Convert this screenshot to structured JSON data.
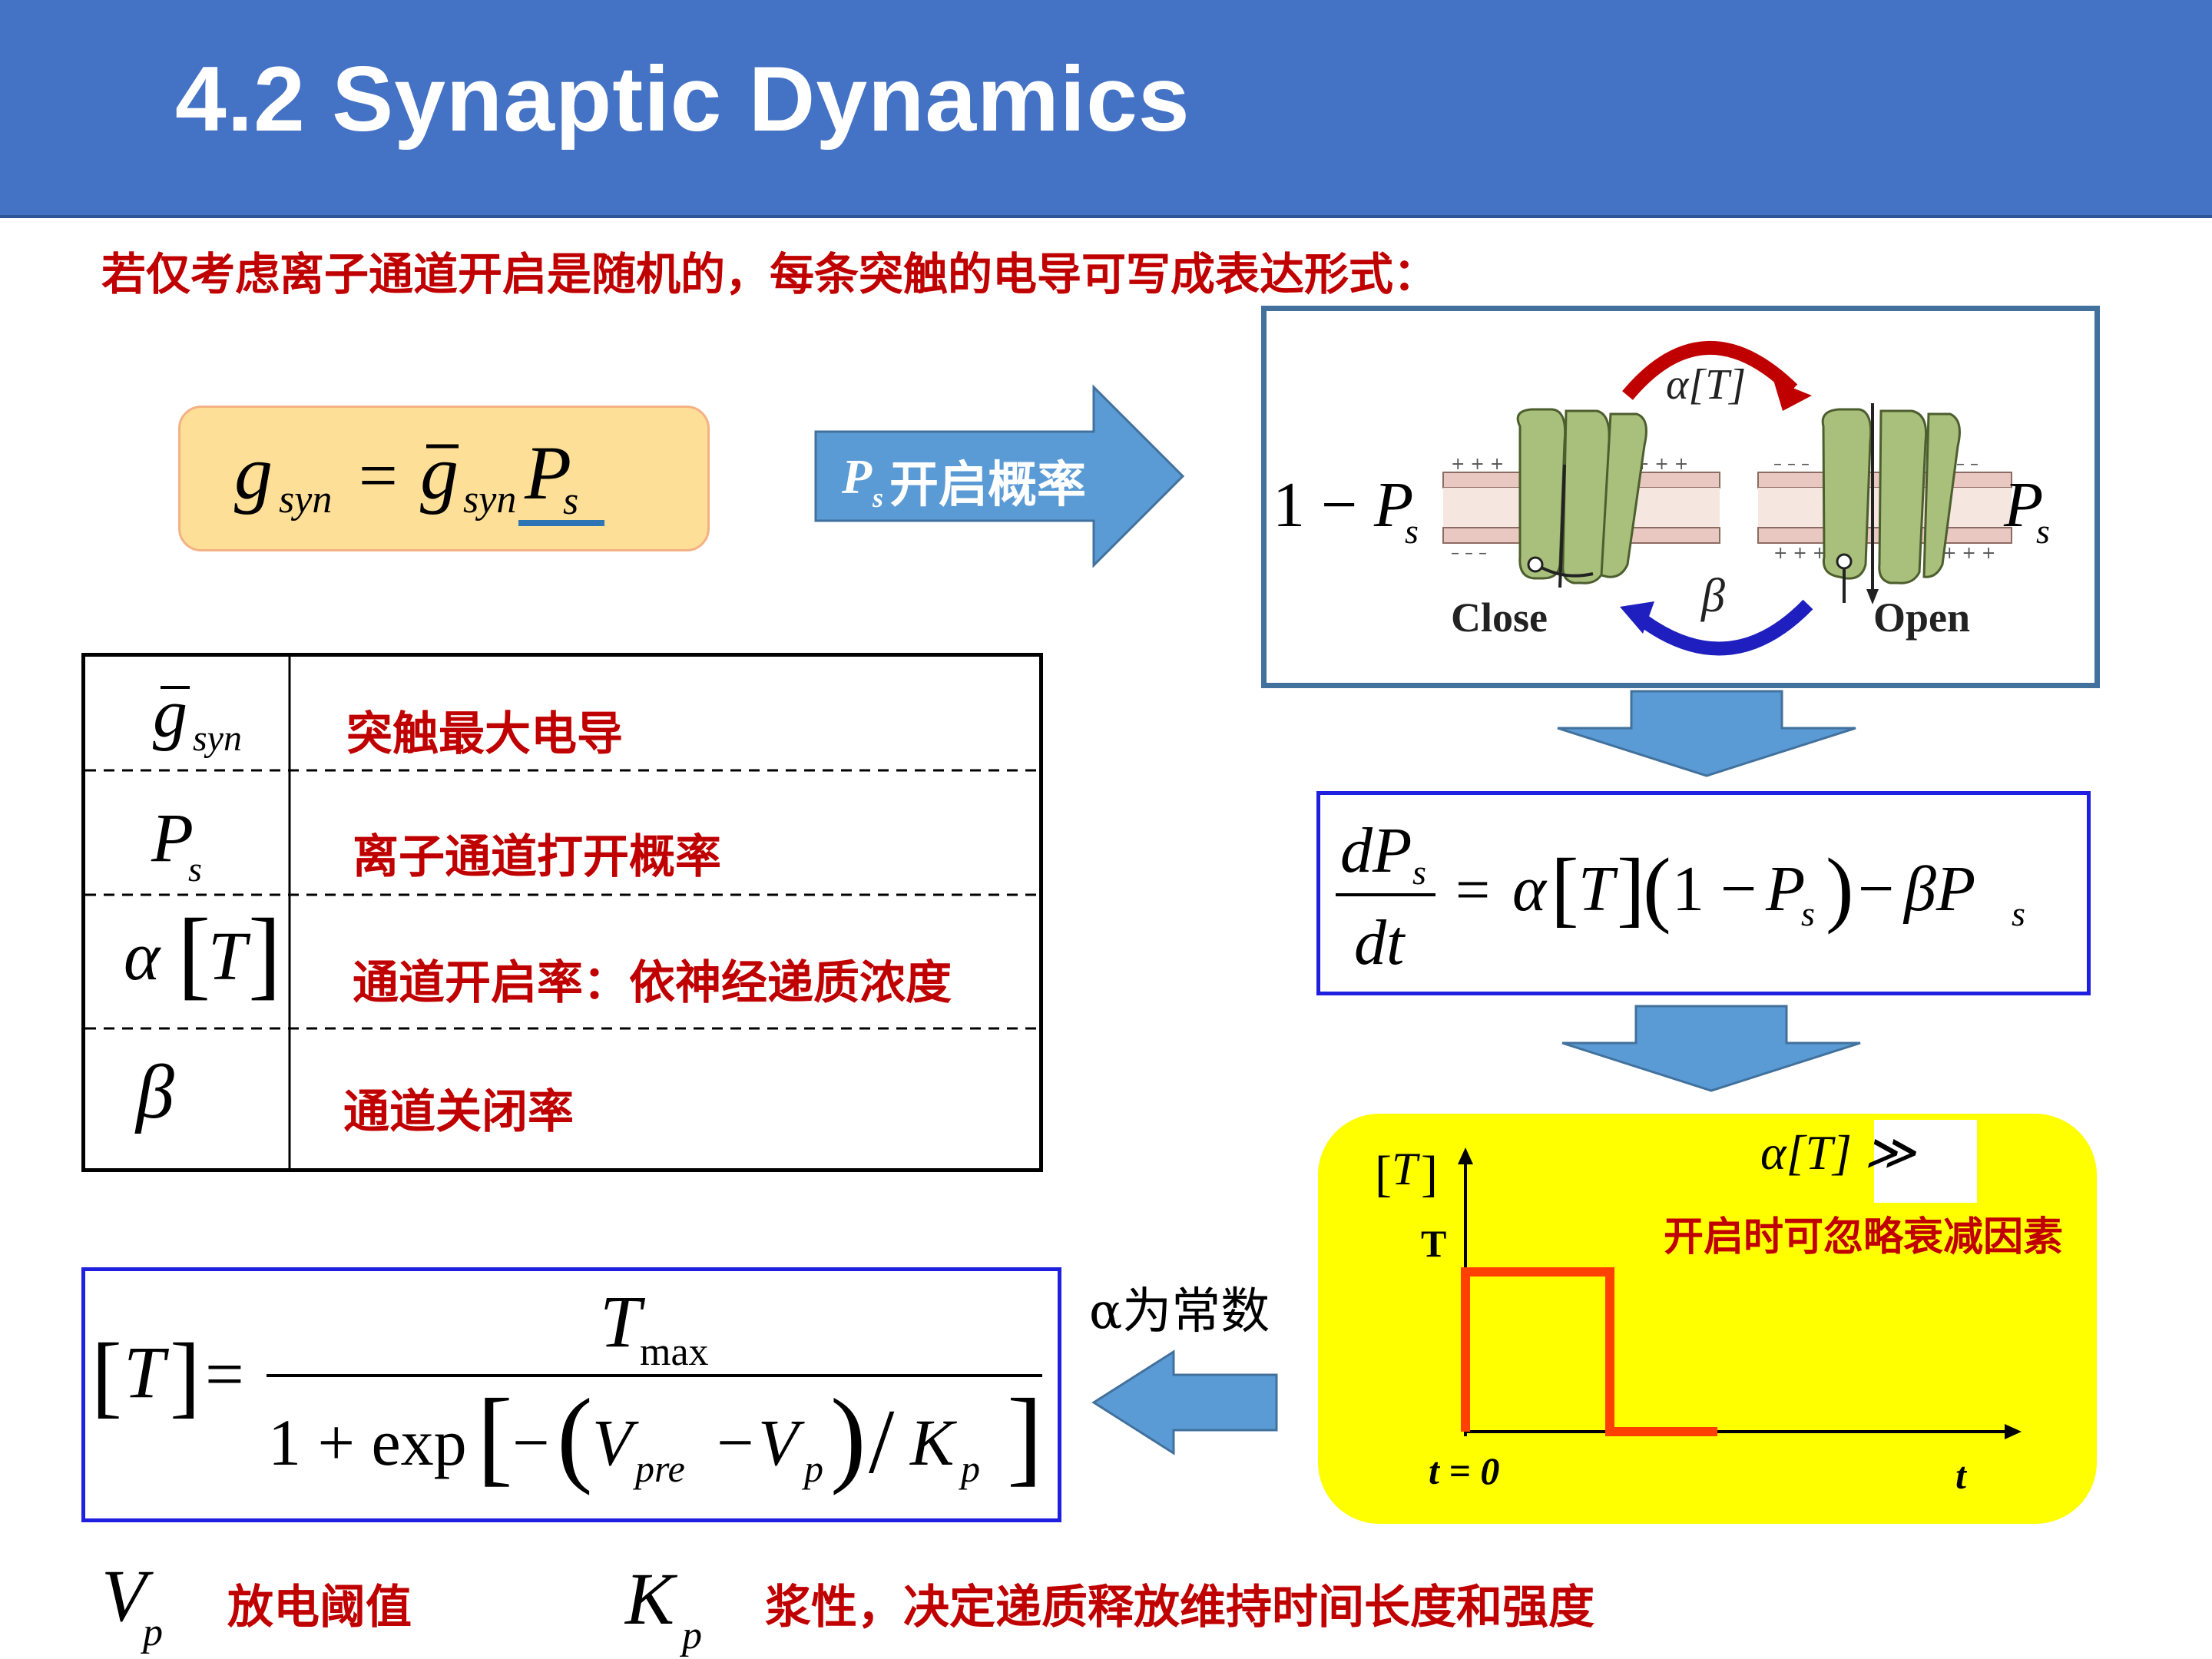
{
  "header": {
    "title": "4.2 Synaptic Dynamics"
  },
  "intro": "若仅考虑离子通道开启是随机的，每条突触的电导可写成表达形式：",
  "arrow_label": "开启概率",
  "channel": {
    "close_label": "Close",
    "open_label": "Open",
    "left_prob": "1 − P",
    "right_prob": "P",
    "alpha_label": "α[T]",
    "beta_label": "β"
  },
  "table": {
    "rows": [
      {
        "desc": "突触最大电导"
      },
      {
        "desc": "离子通道打开概率"
      },
      {
        "desc": "通道开启率：依神经递质浓度"
      },
      {
        "desc": "通道关闭率"
      }
    ]
  },
  "pulse": {
    "y_axis": "[T]",
    "t_level": "T",
    "t0": "t = 0",
    "t_axis": "t",
    "alpha_note": "α[T] ≫",
    "note": "开启时可忽略衰减因素"
  },
  "alpha_const": "α为常数",
  "footer": {
    "vp_desc": "放电阈值",
    "kp_desc": "浆性，决定递质释放维持时间长度和强度"
  },
  "colors": {
    "title_bar": "#4472c4",
    "accent_red": "#c00000",
    "arrow_blue": "#5b9bd5",
    "eq_border": "#1f1fe0",
    "pulse_bg": "#ffff00",
    "pulse_line": "#ff4000"
  }
}
